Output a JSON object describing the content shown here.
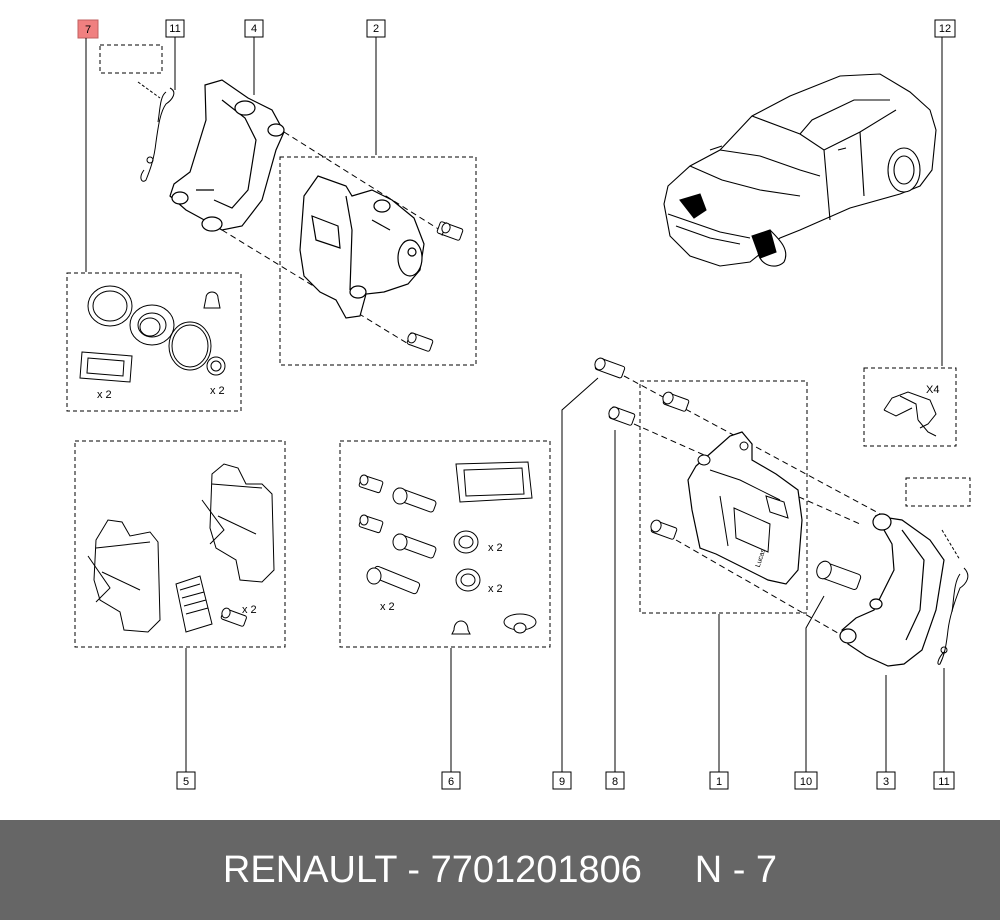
{
  "callouts": {
    "c7": "7",
    "c11a": "11",
    "c4": "4",
    "c2": "2",
    "c12": "12",
    "c5": "5",
    "c6": "6",
    "c9": "9",
    "c8": "8",
    "c1": "1",
    "c10": "10",
    "c3": "3",
    "c11b": "11"
  },
  "quantities": {
    "seal_kit_left": "x 2",
    "seal_kit_right": "x 2",
    "pads_bolts": "x 2",
    "clips": "X4",
    "guide_pins": "x 2",
    "boots_1": "x 2",
    "boots_2": "x 2"
  },
  "brand_mark": "Lucas",
  "footer": {
    "brand": "RENAULT",
    "separator": " - ",
    "part_number": "7701201806",
    "gap": "     ",
    "ref": "N - 7"
  },
  "colors": {
    "highlight": "#f08080",
    "footer_bg": "#666666",
    "footer_text": "#ffffff"
  }
}
